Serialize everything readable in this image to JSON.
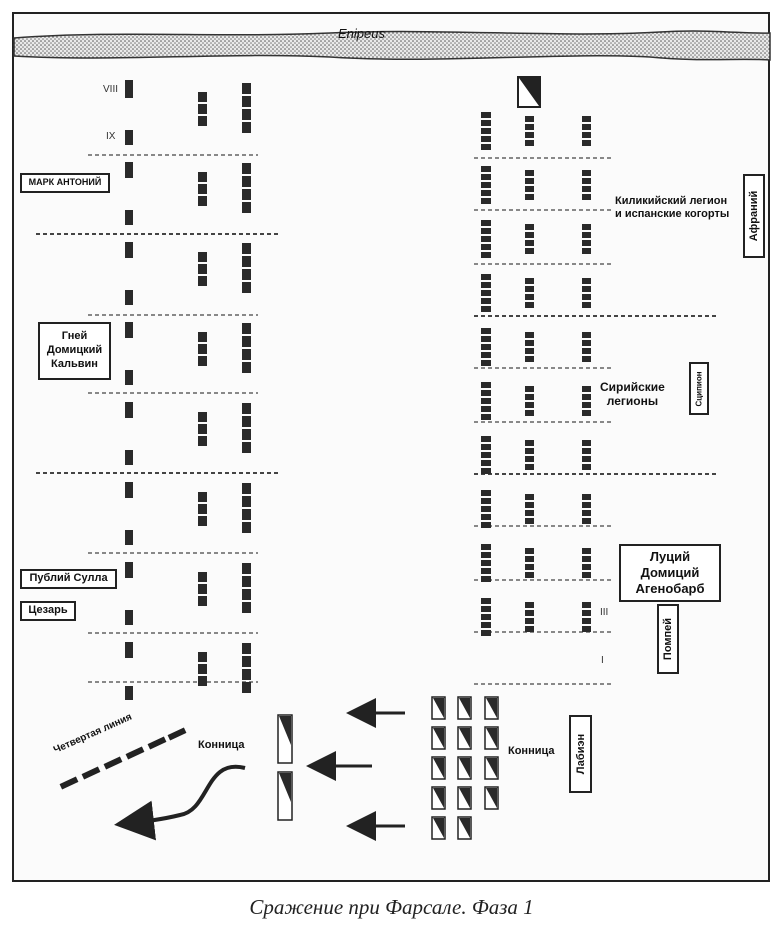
{
  "river": {
    "name": "Enipeus"
  },
  "caesar_side": {
    "roman_top": "VIII",
    "roman_second": "IX",
    "commanders": {
      "mark_antony": "МАРК АНТОНИЙ",
      "domitius_calvinus": "Гней\nДомицкий\nКальвин",
      "sulla": "Публий Сулла",
      "caesar": "Цезарь"
    },
    "fourth_line": "Четвертая линия",
    "cavalry": "Конница"
  },
  "pompey_side": {
    "cilician": "Киликийский легион\nи испанские когорты",
    "afranius": "Афраний",
    "syrian": "Сирийские\nлегионы",
    "scipio": "Сципион",
    "ahenobarbus": "Луций\nДомиций\nАгенобарб",
    "pompey": "Помпей",
    "roman_three": "III",
    "roman_one": "I",
    "cavalry": "Конница",
    "labienus": "Лабиэн"
  },
  "caption": "Сражение при Фарсале. Фаза 1"
}
